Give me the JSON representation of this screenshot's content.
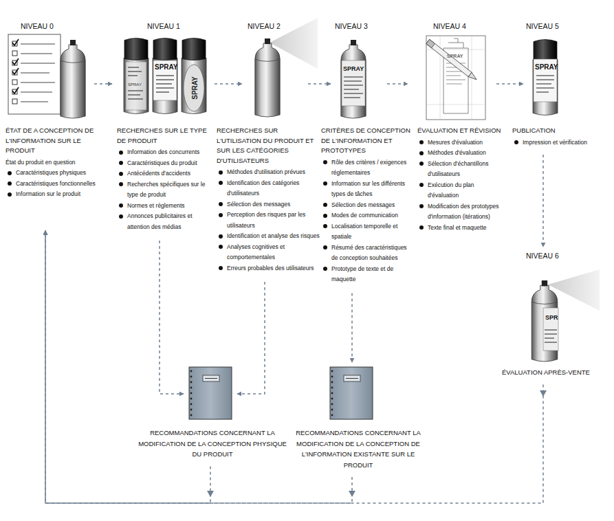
{
  "diagram": {
    "nodes": [
      {
        "text": [
          "NIVEAU 0",
          "ÉTAT DE A CONCEPTION DE L'INFORMATION SUR LE PRODUIT",
          "État du produit en question",
          "Caractéristiques physiques",
          "Caractéristiques fonctionnelles",
          "Information sur le produit"
        ]
      },
      {
        "text": [
          "NIVEAU 1",
          "RECHERCHES SUR LE TYPE DE PRODUIT",
          "Information des concurrents",
          "Caractéristiques du produit",
          "Antécédents d'accidents",
          "Recherches spécifiques sur le type de produit",
          "Normes et règlements",
          "Annonces publicitaires et attention des médias"
        ]
      },
      {
        "text": [
          "NIVEAU 2",
          "RECHERCHES SUR L'UTILISATION DU PRODUIT ET SUR LES CATÉGORIES D'UTILISATEURS",
          "Méthodes d'utilisation prévues",
          "Identification des catégories d'utilisateurs",
          "Sélection des messages",
          "Perception des risques par les utilisateurs",
          "Identification et analyse des risques",
          "Analyses cognitives et comportementales",
          "Erreurs probables des utilisateurs"
        ]
      },
      {
        "text": [
          "NIVEAU 3",
          "CRITÈRES DE CONCEPTION DE L'INFORMATION ET PROTOTYPES",
          "Rôle des critères / exigences réglementaires",
          "Information sur les différents types de tâches",
          "Sélection des messages",
          "Modes de communication",
          "Localisation temporelle et spatiale",
          "Résumé des caractéristiques de conception souhaitées",
          "Prototype de texte et de maquette"
        ]
      },
      {
        "text": [
          "NIVEAU 4",
          "ÉVALUATION ET RÉVISION",
          "Mesures d'évaluation",
          "Méthodes d'évaluation",
          "Sélection d'échantillons d'utilisateurs",
          "Exécution du plan d'évaluation",
          "Modification des prototypes d'information (itérations)",
          "Texte final et maquette"
        ]
      },
      {
        "text": [
          "NIVEAU 5",
          "PUBLICATION",
          "Impression et vérification"
        ]
      },
      {
        "text": [
          "NIVEAU 6",
          "ÉVALUATION APRÈS-VENTE"
        ]
      },
      {
        "text": [
          "RECOMMANDATIONS CONCERNANT LA MODIFICATION DE LA CONCEPTION PHYSIQUE DU PRODUIT"
        ]
      },
      {
        "text": [
          "RECOMMANDATIONS CONCERNANT LA MODIFICATION DE LA CONCEPTION DE L'INFORMATION EXISTANTE SUR LE PRODUIT"
        ]
      }
    ],
    "edges": [
      {
        "from": 0,
        "to": 1,
        "arrow": "to"
      },
      {
        "from": 1,
        "to": 2,
        "arrow": "to"
      },
      {
        "from": 2,
        "to": 3,
        "arrow": "to"
      },
      {
        "from": 3,
        "to": 4,
        "arrow": "to"
      },
      {
        "from": 4,
        "to": 5,
        "arrow": "to"
      },
      {
        "from": 5,
        "to": 6,
        "arrow": "to"
      },
      {
        "from": 1,
        "to": 7,
        "arrow": "to"
      },
      {
        "from": 2,
        "to": 7,
        "arrow": "to"
      },
      {
        "from": 3,
        "to": 8,
        "arrow": "to"
      },
      {
        "from": 6,
        "to": 0,
        "arrow": "to"
      },
      {
        "from": 7,
        "to": 0,
        "arrow": "to"
      },
      {
        "from": 8,
        "to": 0,
        "arrow": "to"
      }
    ],
    "labels": [
      "SPRAY",
      "SPRAY",
      "SPRAY",
      "SPRAY",
      "SPRAY",
      "SPRAY",
      "SPR"
    ]
  }
}
